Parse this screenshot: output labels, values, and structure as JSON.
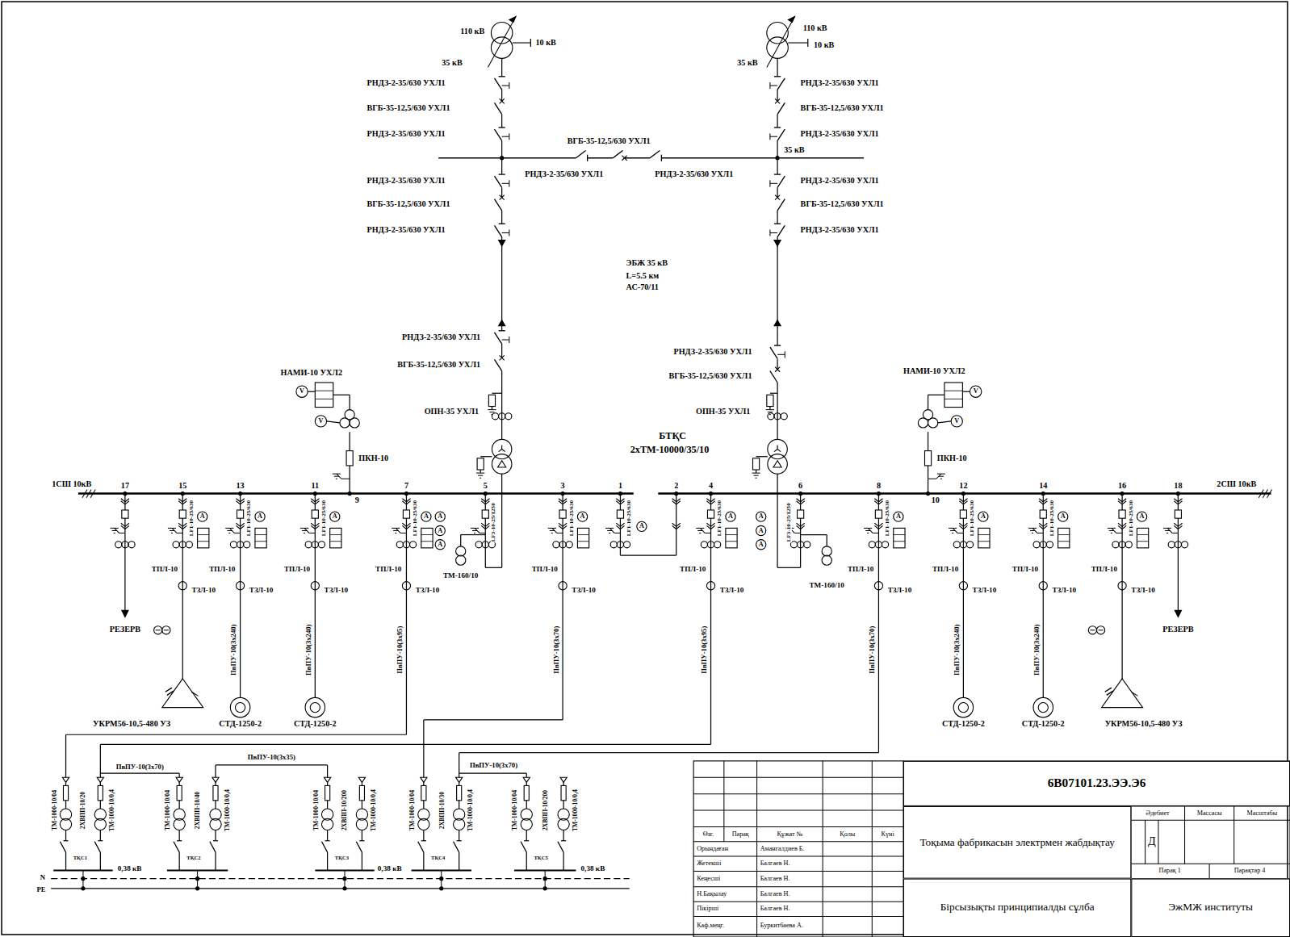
{
  "diagram": {
    "nodes": [
      {
        "text": [
          "6В07101.23.ЭЭ.Э6"
        ]
      },
      {
        "text": [
          "Тоқыма фабрикасын электрмен жабдықтау"
        ]
      },
      {
        "text": [
          "Бірсызықты принципиалды сұлба"
        ]
      },
      {
        "text": [
          "ЭжМЖ институты"
        ]
      }
    ],
    "labels": [
      "110 кВ",
      "10 кВ",
      "35 кВ",
      "РНДЗ-2-35/630 УХЛ1",
      "ВГБ-35-12,5/630 УХЛ1",
      "РНДЗ-2-35/630 УХЛ1",
      "ВГБ-35-12,5/630 УХЛ1",
      "35 кВ",
      "РНДЗ-2-35/630 УХЛ1",
      "РНДЗ-2-35/630 УХЛ1",
      "РНДЗ-2-35/630 УХЛ1",
      "ВГБ-35-12,5/630 УХЛ1",
      "РНДЗ-2-35/630 УХЛ1",
      "110 кВ",
      "10 кВ",
      "35 кВ",
      "РНДЗ-2-35/630 УХЛ1",
      "ВГБ-35-12,5/630 УХЛ1",
      "РНДЗ-2-35/630 УХЛ1",
      "РНДЗ-2-35/630 УХЛ1",
      "ВГБ-35-12,5/630 УХЛ1",
      "РНДЗ-2-35/630 УХЛ1",
      "ЭБЖ 35 кВ",
      "L=5.5 км",
      "АС-70/11",
      "РНДЗ-2-35/630 УХЛ1",
      "ВГБ-35-12,5/630 УХЛ1",
      "НАМИ-10 УХЛ2",
      "ОПН-35 УХЛ1",
      "РНДЗ-2-35/630 УХЛ1",
      "ВГБ-35-12,5/630 УХЛ1",
      "НАМИ-10 УХЛ2",
      "ОПН-35 УХЛ1",
      "БТҚС",
      "2хТМ-10000/35/10",
      "ПКН-10",
      "ПКН-10",
      "1СШ 10кВ",
      "2СШ 10кВ",
      "17",
      "15",
      "13",
      "11",
      "9",
      "7",
      "5",
      "3",
      "1",
      "2",
      "4",
      "6",
      "8",
      "10",
      "12",
      "14",
      "16",
      "18",
      "LF1-10-25/630",
      "LF1-10-25/630",
      "LF1-10-25/630",
      "LF1-10-25/630",
      "LF3-10-25/1250",
      "LF1-10-25/630",
      "LF1-10-25/630",
      "LF1-10-25/630",
      "LF3-10-25/1250",
      "LF1-10-25/630",
      "LF1-10-25/630",
      "LF1-10-25/630",
      "LF1-10-25/630",
      "ТПЛ-10",
      "ТПЛ-10",
      "ТПЛ-10",
      "ТПЛ-10",
      "ТПЛ-10",
      "ТПЛ-10",
      "ТПЛ-10",
      "ТПЛ-10",
      "ТПЛ-10",
      "ТПЛ-10",
      "ТЗЛ-10",
      "ТЗЛ-10",
      "ТЗЛ-10",
      "ТЗЛ-10",
      "ТЗЛ-10",
      "ТЗЛ-10",
      "ТЗЛ-10",
      "ТЗЛ-10",
      "ТЗЛ-10",
      "ТЗЛ-10",
      "ТМ-160/10",
      "ТМ-160/10",
      "ПвПУ-10(3х240)",
      "ПвПУ-10(3х240)",
      "ПвПУ-10(3х95)",
      "ПвПУ-10(3х70)",
      "ПвПУ-10(3х95)",
      "ПвПУ-10(3х70)",
      "ПвПУ-10(3х240)",
      "ПвПУ-10(3х240)",
      "РЕЗЕРВ",
      "РЕЗЕРВ",
      "УКРМ56-10,5-480 УЗ",
      "СТД-1250-2",
      "СТД-1250-2",
      "СТД-1250-2",
      "СТД-1250-2",
      "УКРМ56-10,5-480 УЗ",
      "ПвПУ-10(3х70)",
      "ПвПУ-10(3х35)",
      "ПвПУ-10(3х70)",
      "ТМ-1000-10/04",
      "2ХВПП-10/20",
      "ТМ-1000-10/0,4",
      "ТҚС1",
      "ТМ-1000-10/04",
      "2ХВПП-10/40",
      "ТМ-1000-10/0,4",
      "ТҚС2",
      "ТМ-1000-10/04",
      "2ХВПП-10/200",
      "ТМ-1000-10/0,4",
      "ТҚС3",
      "ТМ-1000-10/04",
      "2ХВПП-10/30",
      "ТМ-1000-10/0,4",
      "ТҚС4",
      "ТМ-1000-10/04",
      "2ХВПП-10/200",
      "ТМ-1000-10/0,4",
      "ТҚС5",
      "0,38 кВ",
      "0,38 кВ",
      "0,38 кВ",
      "N",
      "PE",
      "А",
      "А",
      "А",
      "А",
      "А",
      "А",
      "А",
      "А",
      "А",
      "А",
      "А",
      "А",
      "А",
      "А",
      "А",
      "А",
      "А",
      "V",
      "V",
      "V",
      "V",
      "Өзг.",
      "Парақ",
      "Құжат №",
      "Қолы",
      "Күні",
      "Орындаған",
      "Амангалдиев Б.",
      "Жетекші",
      "Балгаев Н.",
      "Кеңесші",
      "Балгаев Н.",
      "Н.Бақылау",
      "Балгаев Н.",
      "Пікірші",
      "Балгаев Н.",
      "Каф.меңг.",
      "Буркитбаева А.",
      "Әдебиет",
      "Массасы",
      "Масштабы",
      "Д",
      "Парақ 1",
      "Парақтар 4"
    ]
  }
}
